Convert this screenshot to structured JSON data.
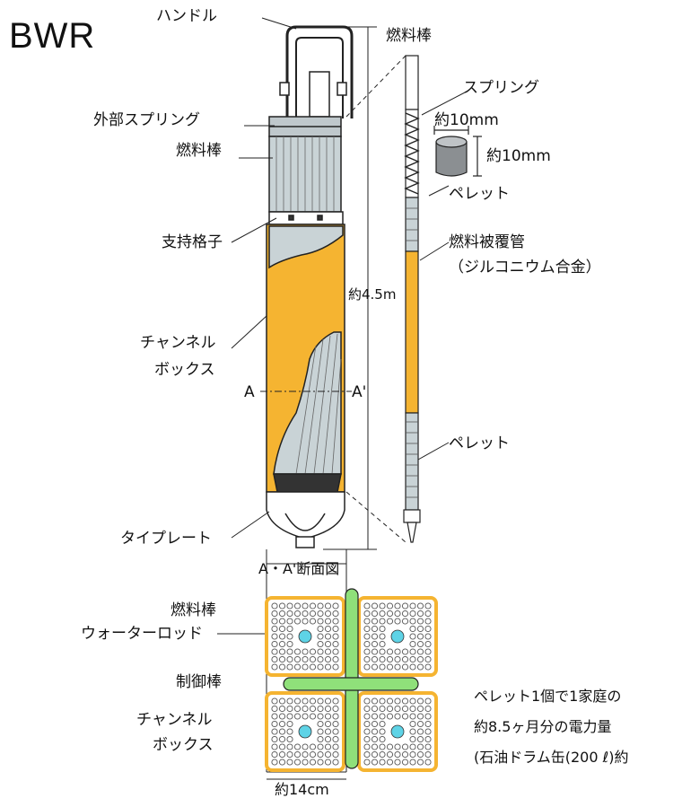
{
  "title": "BWR",
  "labels": {
    "handle": "ハンドル",
    "fuel_rod_top": "燃料棒",
    "outer_spring": "外部スプリング",
    "fuel_rod_left": "燃料棒",
    "spring": "スプリング",
    "pellet_diameter": "約10mm",
    "pellet_height": "約10mm",
    "pellet_top": "ペレット",
    "support_grid": "支持格子",
    "cladding_1": "燃料被覆管",
    "cladding_2": "（ジルコニウム合金）",
    "length": "約4.5m",
    "channel_box_1": "チャンネル",
    "channel_box_2": "ボックス",
    "section_a": "A",
    "section_a_prime": "A'",
    "pellet_lower": "ペレット",
    "tie_plate": "タイプレート",
    "section_title": "A・A'断面図",
    "fuel_rod_cs": "燃料棒",
    "water_rod": "ウォーターロッド",
    "control_rod": "制御棒",
    "channel_box_cs_1": "チャンネル",
    "channel_box_cs_2": "ボックス",
    "width": "約14cm"
  },
  "note": {
    "line1": "ペレット1個で1家庭の",
    "line2": "約8.5ヶ月分の電力量",
    "line3": "(石油ドラム缶(200 ℓ)約"
  },
  "colors": {
    "channel_box": "#f5b431",
    "fuel_rod_body": "#c9d3d6",
    "water_rod": "#5ed3e6",
    "control_rod": "#8fe07a",
    "outline": "#222222"
  }
}
